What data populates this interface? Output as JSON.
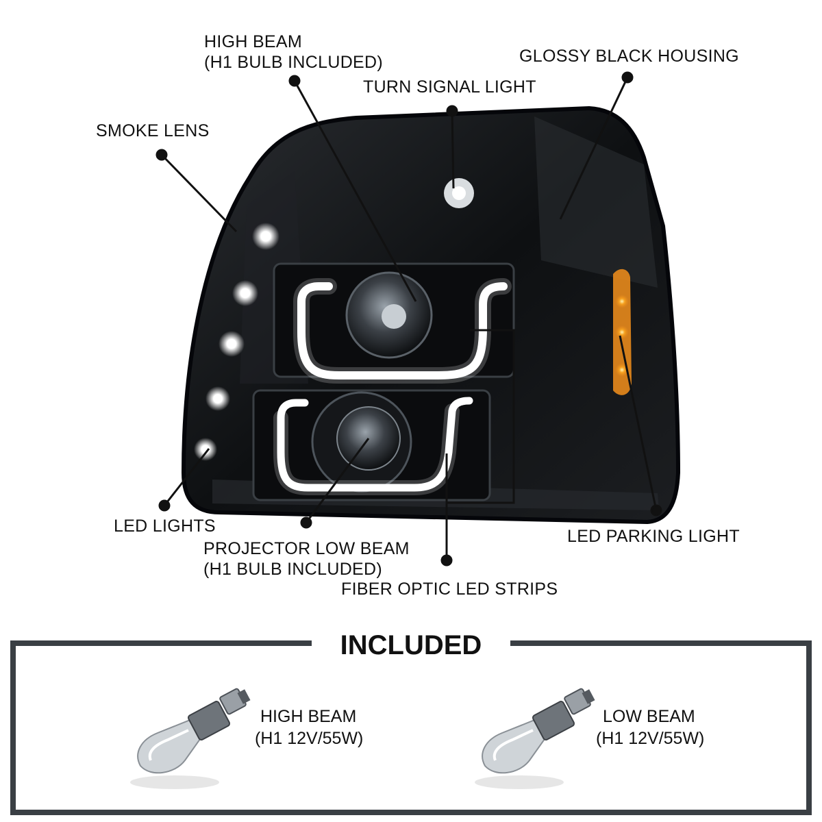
{
  "callouts": {
    "high_beam": {
      "line1": "HIGH BEAM",
      "line2": "(H1 BULB INCLUDED)"
    },
    "turn_signal": "TURN SIGNAL LIGHT",
    "glossy_housing": "GLOSSY BLACK HOUSING",
    "smoke_lens": "SMOKE LENS",
    "led_lights": "LED LIGHTS",
    "projector_low_beam": {
      "line1": "PROJECTOR LOW BEAM",
      "line2": "(H1 BULB INCLUDED)"
    },
    "fiber_optic": "FIBER OPTIC LED STRIPS",
    "led_parking": "LED PARKING LIGHT"
  },
  "included": {
    "title": "INCLUDED",
    "items": [
      {
        "name": "HIGH BEAM",
        "spec": "(H1 12V/55W)"
      },
      {
        "name": "LOW BEAM",
        "spec": "(H1 12V/55W)"
      }
    ]
  },
  "colors": {
    "housing": "#141619",
    "amber": "#e8891c",
    "led_white": "#ffffff",
    "frame": "#3a3f44"
  }
}
